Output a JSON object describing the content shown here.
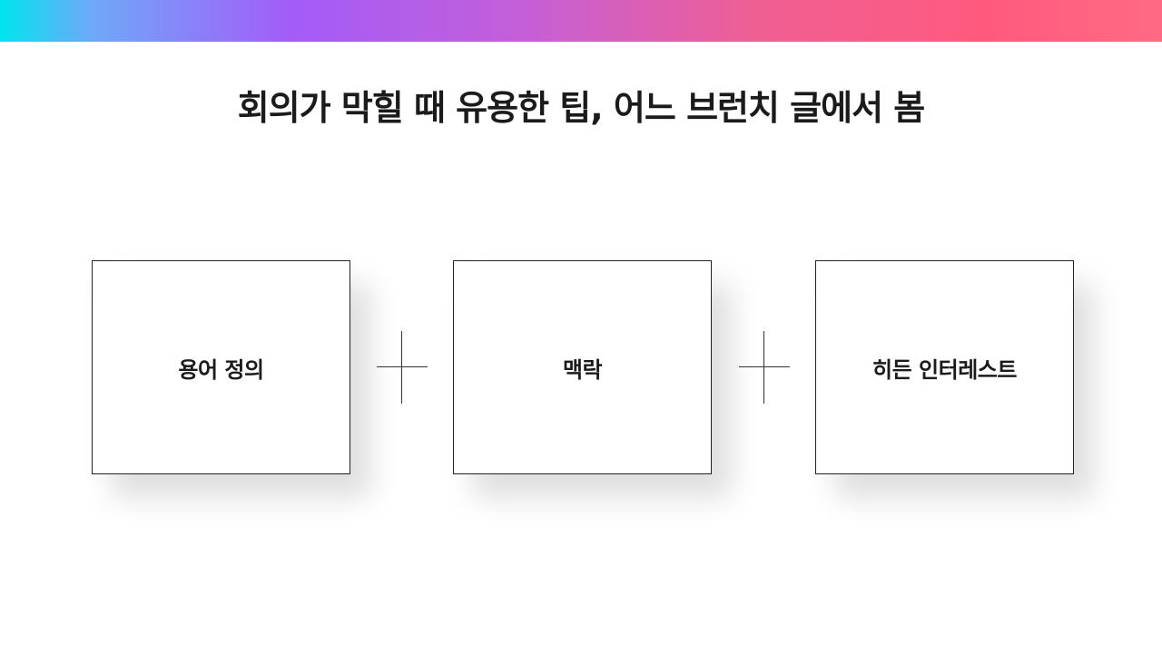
{
  "header": {
    "gradient_colors": [
      "#00e5ee",
      "#a35cf8",
      "#ef5f93",
      "#ff5a7e"
    ]
  },
  "title": "회의가 막힐 때 유용한 팁, 어느 브런치 글에서 봄",
  "cards": [
    {
      "label": "용어 정의"
    },
    {
      "label": "맥락"
    },
    {
      "label": "히든 인터레스트"
    }
  ],
  "connectors": [
    "plus-icon",
    "plus-icon"
  ]
}
